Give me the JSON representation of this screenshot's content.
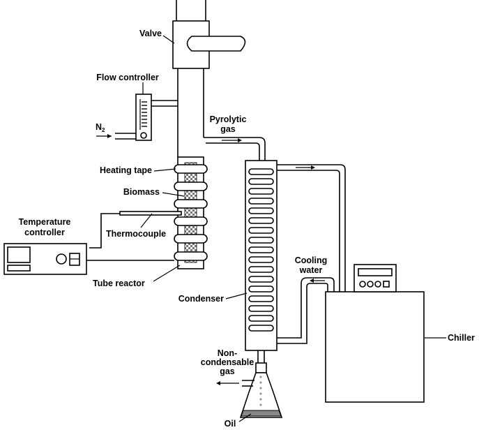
{
  "labels": {
    "valve": "Valve",
    "flow_controller": "Flow controller",
    "n2": "N",
    "n2_sub": "2",
    "pyrolytic_line1": "Pyrolytic",
    "pyrolytic_line2": "gas",
    "heating_tape": "Heating tape",
    "biomass": "Biomass",
    "temp_line1": "Temperature",
    "temp_line2": "controller",
    "thermocouple": "Thermocouple",
    "tube_reactor": "Tube reactor",
    "condenser": "Condenser",
    "cooling_line1": "Cooling",
    "cooling_line2": "water",
    "chiller": "Chiller",
    "noncond_line1": "Non-",
    "noncond_line2": "condensable",
    "noncond_line3": "gas",
    "oil": "Oil"
  }
}
